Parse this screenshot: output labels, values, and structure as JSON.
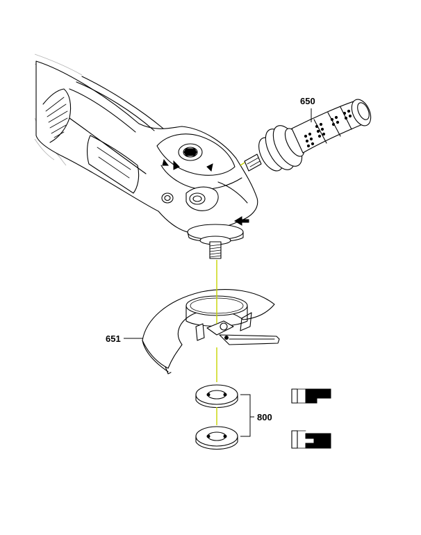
{
  "parts": [
    {
      "id": "650",
      "label": "650"
    },
    {
      "id": "651",
      "label": "651"
    },
    {
      "id": "800",
      "label": "800"
    }
  ],
  "colors": {
    "axis": "#c8d400",
    "line": "#000000",
    "ghost": "#b5b5b5"
  }
}
